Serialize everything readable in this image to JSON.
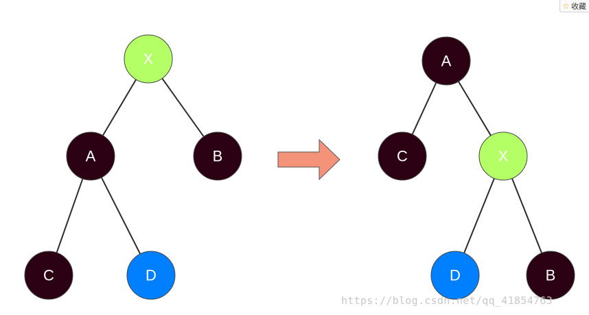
{
  "favorite": {
    "label": "收藏",
    "icon": "star-icon"
  },
  "watermark": "https://blog.csdn.net/qq_41854763",
  "colors": {
    "dark_node": "#2a0012",
    "x_node": "#b4ff66",
    "d_node": "#0080ff",
    "arrow": "#f5937a"
  },
  "before_tree": {
    "nodes": [
      {
        "id": "X",
        "label": "X",
        "kind": "x"
      },
      {
        "id": "A",
        "label": "A",
        "kind": "dark"
      },
      {
        "id": "B",
        "label": "B",
        "kind": "dark"
      },
      {
        "id": "C",
        "label": "C",
        "kind": "dark"
      },
      {
        "id": "D",
        "label": "D",
        "kind": "d"
      }
    ],
    "edges": [
      [
        "X",
        "A"
      ],
      [
        "X",
        "B"
      ],
      [
        "A",
        "C"
      ],
      [
        "A",
        "D"
      ]
    ]
  },
  "after_tree": {
    "nodes": [
      {
        "id": "A",
        "label": "A",
        "kind": "dark"
      },
      {
        "id": "C",
        "label": "C",
        "kind": "dark"
      },
      {
        "id": "X",
        "label": "X",
        "kind": "x"
      },
      {
        "id": "D",
        "label": "D",
        "kind": "d"
      },
      {
        "id": "B",
        "label": "B",
        "kind": "dark"
      }
    ],
    "edges": [
      [
        "A",
        "C"
      ],
      [
        "A",
        "X"
      ],
      [
        "X",
        "D"
      ],
      [
        "X",
        "B"
      ]
    ]
  }
}
